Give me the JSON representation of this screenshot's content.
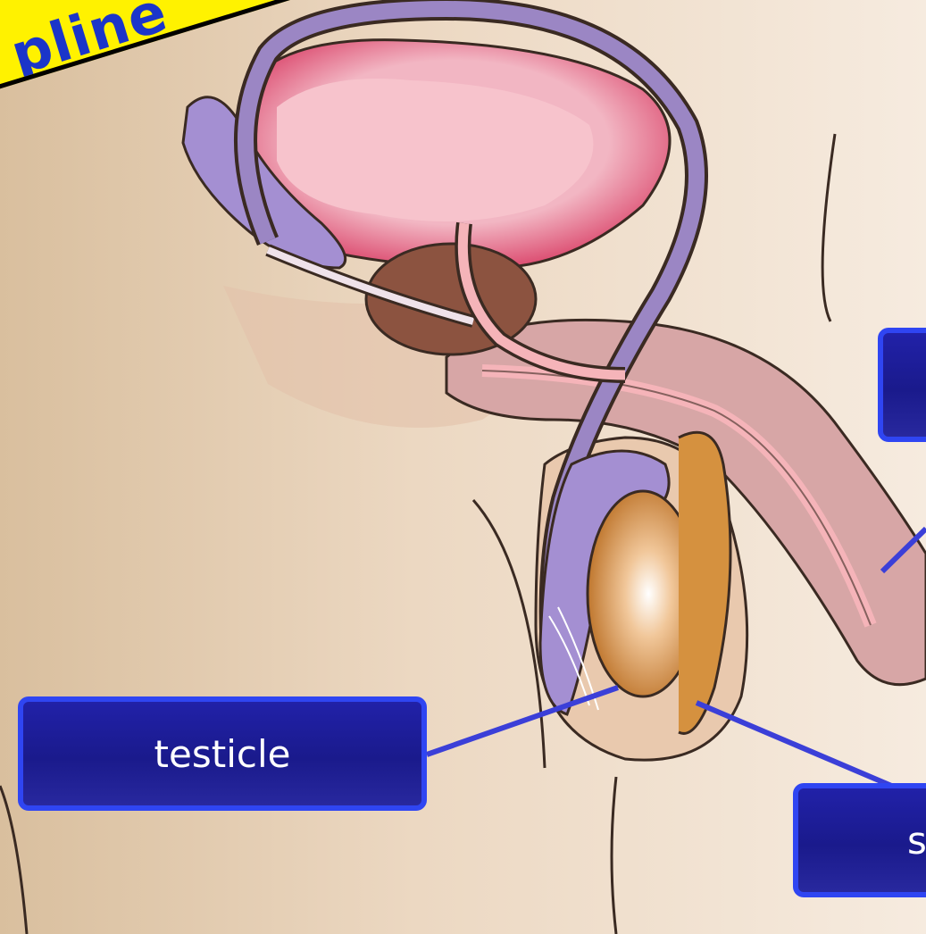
{
  "banner": {
    "text": "pline"
  },
  "labels": {
    "testicle": "testicle",
    "scrotum": "sc",
    "penis": ""
  },
  "colors": {
    "label_fill": "#1a1a8c",
    "label_border": "#2f45f2",
    "leader_line": "#3b3fd8",
    "banner_fill": "#fff200",
    "banner_text": "#1b35c9",
    "skin": "#f1e2d2",
    "vas_deferens": "#9b86c4",
    "bladder": "#e0466e",
    "prostate": "#8c5340",
    "testis": "#d5913f",
    "penis": "#d7a6a6"
  }
}
